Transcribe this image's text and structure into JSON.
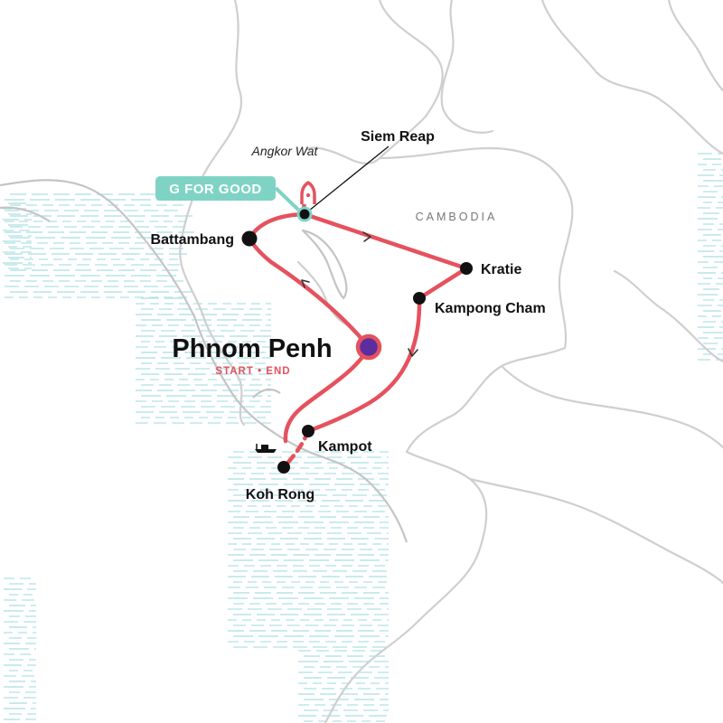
{
  "map": {
    "country_label": "CAMBODIA",
    "capital": {
      "name": "Phnom Penh",
      "tag": "START • END"
    },
    "cities": [
      {
        "id": "siem-reap",
        "name": "Siem Reap"
      },
      {
        "id": "battambang",
        "name": "Battambang"
      },
      {
        "id": "kratie",
        "name": "Kratie"
      },
      {
        "id": "kampong-cham",
        "name": "Kampong Cham"
      },
      {
        "id": "kampot",
        "name": "Kampot"
      },
      {
        "id": "koh-rong",
        "name": "Koh Rong"
      }
    ],
    "poi": {
      "name": "Angkor Wat",
      "icon": "temple-icon"
    },
    "badge": {
      "text": "G FOR GOOD"
    },
    "colors": {
      "route": "#e5525e",
      "capital_fill": "#5b2d9e",
      "badge": "#7fd3c5",
      "water_lines": "#b8e3e6",
      "borders": "#cfcfcf"
    }
  }
}
